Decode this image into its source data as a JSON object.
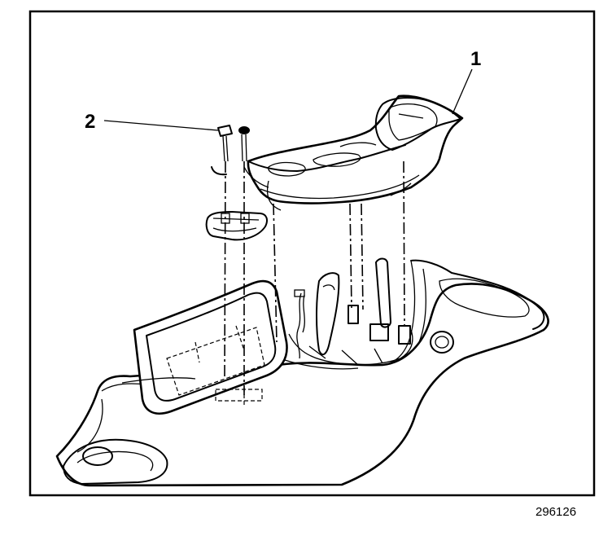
{
  "callouts": [
    {
      "id": "callout-1",
      "label": "1"
    },
    {
      "id": "callout-2",
      "label": "2"
    }
  ],
  "figure_number": "296126"
}
